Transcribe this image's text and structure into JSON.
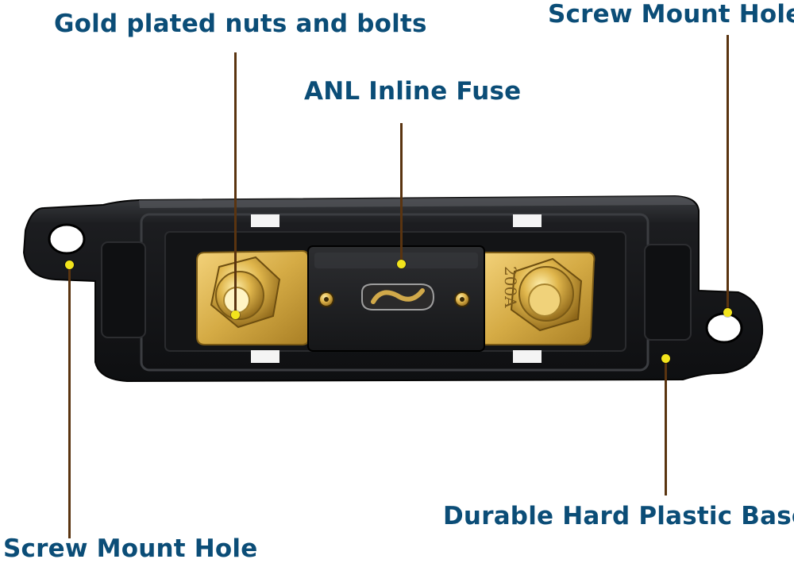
{
  "callouts": {
    "bolts": "Gold plated nuts and bolts",
    "fuse": "ANL Inline Fuse",
    "hole_right": "Screw Mount Hole",
    "base": "Durable Hard Plastic Base",
    "hole_left": "Screw Mount Hole"
  },
  "fuse_marking": "200A",
  "colors": {
    "label_text": "#0b4d77",
    "leader_line": "#5a3410",
    "marker_dot": "#f2e41c",
    "base_plastic": "#1b1c1e",
    "brass": "#d9b24a"
  }
}
